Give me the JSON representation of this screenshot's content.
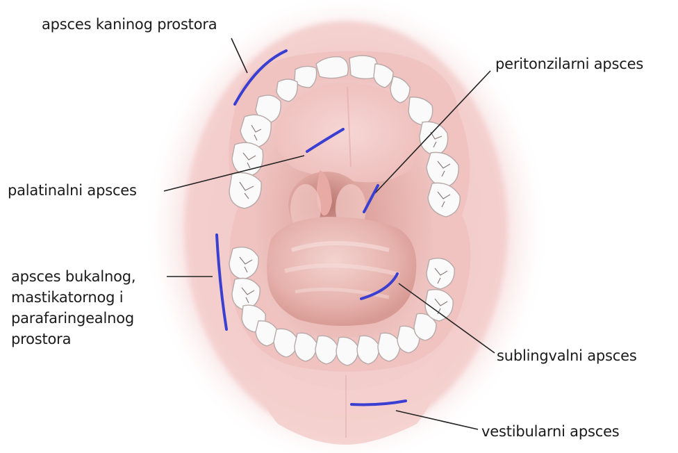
{
  "labels": {
    "canine": "apsces kaninog prostora",
    "peritonsillar": "peritonzilarni apsces",
    "palatal": "palatinalni apsces",
    "buccal": {
      "line1": "apsces bukalnog,",
      "line2": "mastikatornog i",
      "line3": "parafaringealnog",
      "line4": "prostora"
    },
    "sublingual": "sublingvalni apsces",
    "vestibular": "vestibularni apsces"
  },
  "colors": {
    "abscess_marker": "#3a3fd1",
    "leader_line": "#222222",
    "mucosa": "#f2c4c3",
    "lip_outer": "#f7dada",
    "tooth": "#fafafa",
    "tooth_outline": "#b7a9a8",
    "tongue": "#e7b2ae",
    "throat": "#c98580"
  }
}
